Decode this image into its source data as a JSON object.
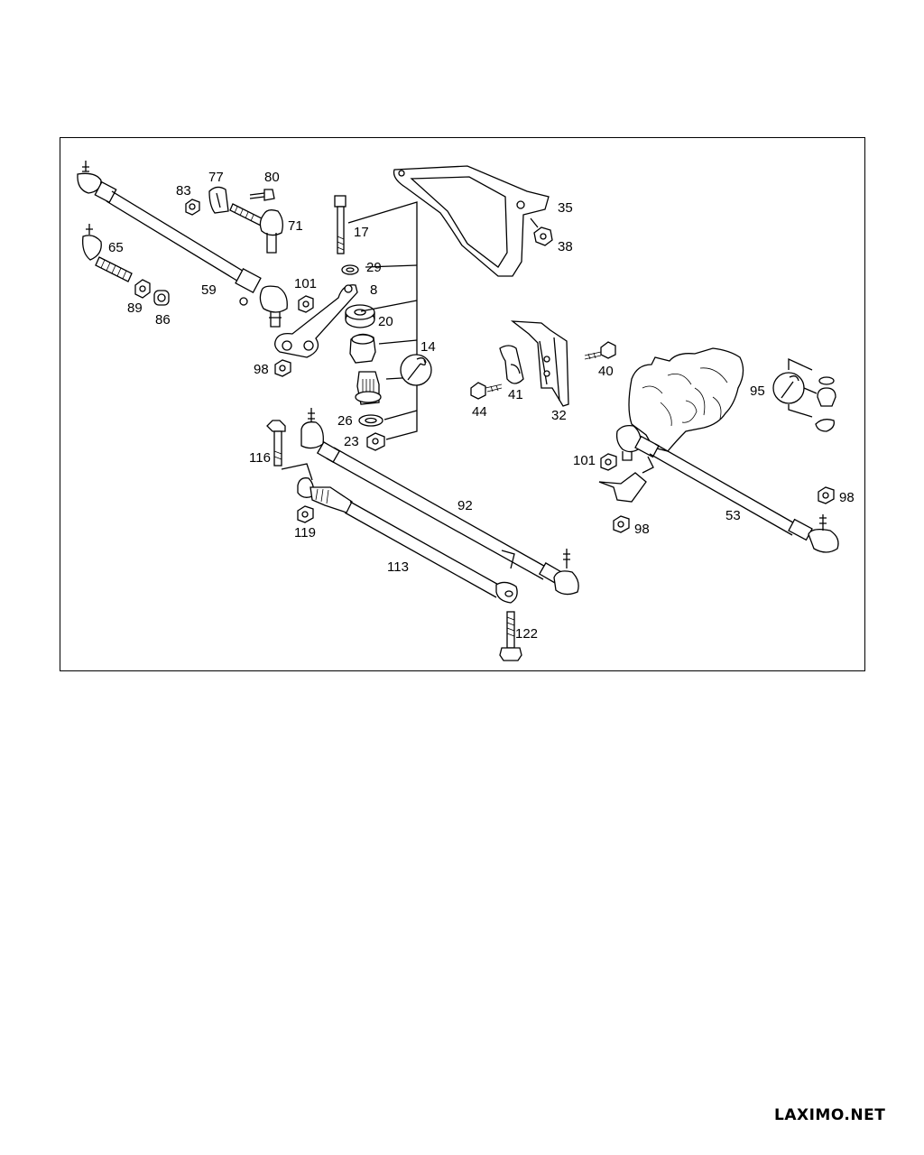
{
  "diagram": {
    "callouts": {
      "c65": "65",
      "c59": "59",
      "c83": "83",
      "c77": "77",
      "c80": "80",
      "c71": "71",
      "c89": "89",
      "c86": "86",
      "c101a": "101",
      "c98a": "98",
      "c17": "17",
      "c29": "29",
      "c8": "8",
      "c20": "20",
      "c14": "14",
      "c26": "26",
      "c23": "23",
      "c35": "35",
      "c38": "38",
      "c40": "40",
      "c41": "41",
      "c44": "44",
      "c32": "32",
      "c95": "95",
      "c101b": "101",
      "c98b": "98",
      "c98c": "98",
      "c53": "53",
      "c92": "92",
      "c116": "116",
      "c119": "119",
      "c113": "113",
      "c122": "122"
    }
  },
  "watermark": "LAXIMO.NET"
}
